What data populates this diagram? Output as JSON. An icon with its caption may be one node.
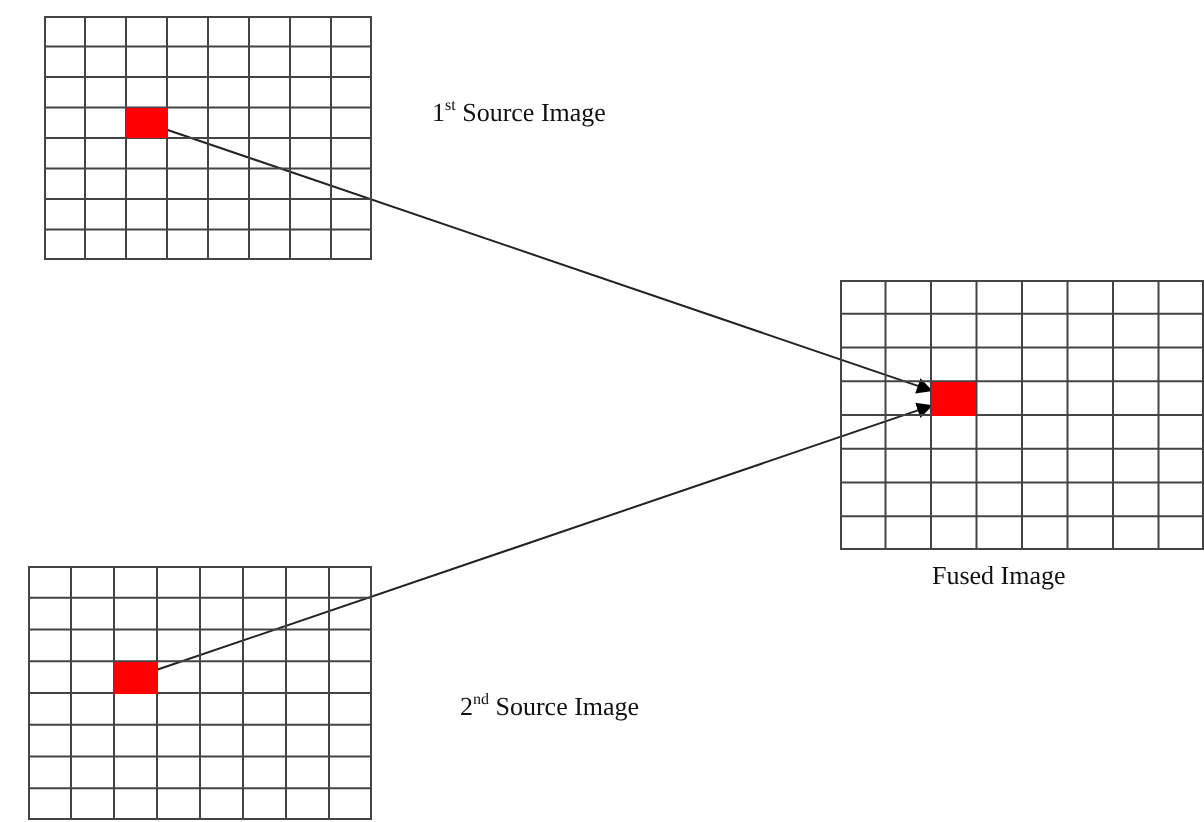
{
  "diagram": {
    "nodes": [
      {
        "text": [],
        "shape": "grid",
        "beside": [
          "1$^{st}$ Source Image"
        ]
      },
      {
        "text": [],
        "shape": "box",
        "in": 0
      },
      {
        "text": [],
        "shape": "grid",
        "beside": [
          "2$^{nd}$ Source Image"
        ]
      },
      {
        "text": [],
        "shape": "box",
        "in": 2
      },
      {
        "text": [],
        "shape": "grid",
        "beside": [
          "Fused Image"
        ]
      },
      {
        "text": [],
        "shape": "box",
        "in": 4
      }
    ],
    "edges": [
      {
        "from": 1,
        "to": 5,
        "arrow": "to"
      },
      {
        "from": 3,
        "to": 5,
        "arrow": "to"
      }
    ]
  }
}
